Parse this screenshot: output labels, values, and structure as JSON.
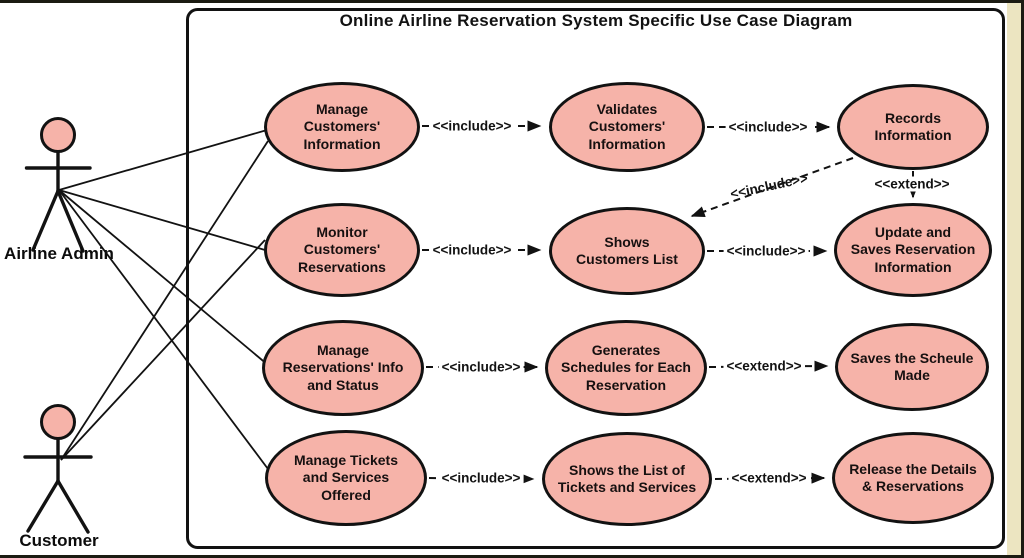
{
  "title": "Online Airline Reservation System Specific Use Case Diagram",
  "actors": [
    {
      "name": "Airline Admin"
    },
    {
      "name": "Customer"
    }
  ],
  "use_cases": [
    {
      "label": "Manage\nCustomers'\nInformation"
    },
    {
      "label": "Validates\nCustomers'\nInformation"
    },
    {
      "label": "Records\nInformation"
    },
    {
      "label": "Monitor\nCustomers'\nReservations"
    },
    {
      "label": "Shows\nCustomers List"
    },
    {
      "label": "Update and\nSaves Reservation\nInformation"
    },
    {
      "label": "Manage\nReservations' Info\nand Status"
    },
    {
      "label": "Generates\nSchedules for Each\nReservation"
    },
    {
      "label": "Saves the Scheule\nMade"
    },
    {
      "label": "Manage Tickets\nand Services\nOffered"
    },
    {
      "label": "Shows the List of\nTickets and Services"
    },
    {
      "label": "Release the Details\n& Reservations"
    }
  ],
  "relationships": [
    {
      "label": "<<include>>",
      "from": "Manage Customers' Information",
      "to": "Validates Customers' Information"
    },
    {
      "label": "<<include>>",
      "from": "Validates Customers' Information",
      "to": "Records Information"
    },
    {
      "label": "<<include>>",
      "from": "Monitor Customers' Reservations",
      "to": "Shows Customers List"
    },
    {
      "label": "<<include>>",
      "from": "Shows Customers List",
      "to": "Update and Saves Reservation Information"
    },
    {
      "label": "<<include>>",
      "from": "Manage Reservations' Info and Status",
      "to": "Generates Schedules for Each Reservation"
    },
    {
      "label": "<<extend>>",
      "from": "Generates Schedules for Each Reservation",
      "to": "Saves the Scheule Made"
    },
    {
      "label": "<<include>>",
      "from": "Manage Tickets and Services Offered",
      "to": "Shows the List of Tickets and Services"
    },
    {
      "label": "<<extend>>",
      "from": "Shows the List of Tickets and Services",
      "to": "Release the Details & Reservations"
    },
    {
      "label": "<<extend>>",
      "from": "Records Information",
      "to": "Update and Saves Reservation Information"
    },
    {
      "label": "<<include>>",
      "from": "Records Information",
      "to": "Shows Customers List"
    }
  ],
  "associations": [
    {
      "from": "Airline Admin",
      "to": "Manage Customers' Information"
    },
    {
      "from": "Airline Admin",
      "to": "Monitor Customers' Reservations"
    },
    {
      "from": "Airline Admin",
      "to": "Manage Reservations' Info and Status"
    },
    {
      "from": "Airline Admin",
      "to": "Manage Tickets and Services Offered"
    },
    {
      "from": "Customer",
      "to": "Manage Customers' Information"
    },
    {
      "from": "Customer",
      "to": "Monitor Customers' Reservations"
    }
  ],
  "colors": {
    "ellipse_fill": "#f6b3a9",
    "outline": "#121212",
    "page_edge_strip": "#ece5c1"
  }
}
